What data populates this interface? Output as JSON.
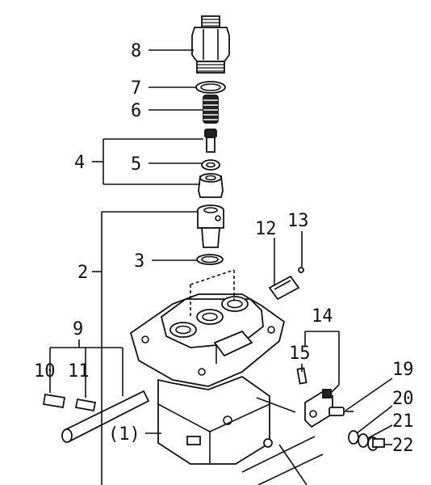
{
  "labels": {
    "l1": "(1)",
    "l2": "2",
    "l3": "3",
    "l4": "4",
    "l5": "5",
    "l6": "6",
    "l7": "7",
    "l8": "8",
    "l9": "9",
    "l10": "10",
    "l11": "11",
    "l12": "12",
    "l13": "13",
    "l14": "14",
    "l15": "15",
    "l19": "19",
    "l20": "20",
    "l21": "21",
    "l22": "22"
  }
}
